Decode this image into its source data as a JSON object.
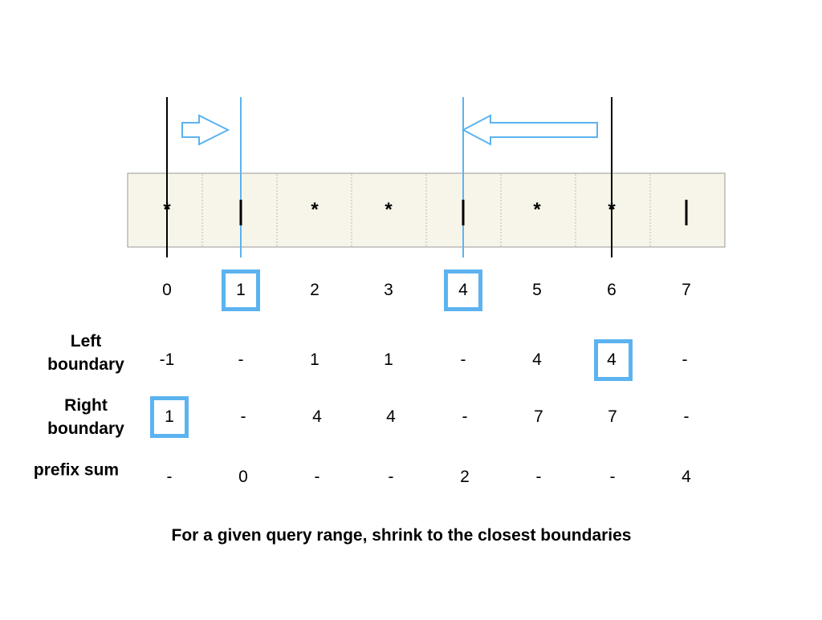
{
  "cells": [
    "*",
    "|",
    "*",
    "*",
    "|",
    "*",
    "*",
    "|"
  ],
  "indices": [
    "0",
    "1",
    "2",
    "3",
    "4",
    "5",
    "6",
    "7"
  ],
  "rows": {
    "left_boundary": {
      "label_line1": "Left",
      "label_line2": "boundary",
      "values": [
        "-1",
        "-",
        "1",
        "1",
        "-",
        "4",
        "4",
        "-"
      ]
    },
    "right_boundary": {
      "label_line1": "Right",
      "label_line2": "boundary",
      "values": [
        "1",
        "-",
        "4",
        "4",
        "-",
        "7",
        "7",
        "-"
      ]
    },
    "prefix_sum": {
      "label": "prefix sum",
      "values": [
        "-",
        "0",
        "-",
        "-",
        "2",
        "-",
        "-",
        "4"
      ]
    }
  },
  "highlights": {
    "index_cells": [
      1,
      4
    ],
    "left_boundary_cells": [
      6
    ],
    "right_boundary_cells": [
      0
    ]
  },
  "query_lines": [
    0,
    6
  ],
  "shrunk_lines": [
    1,
    4
  ],
  "colors": {
    "accent": "#5cb3f0",
    "array_fill": "#f7f5e9",
    "array_border": "#999999"
  },
  "caption": "For a given query range, shrink to the closest boundaries"
}
